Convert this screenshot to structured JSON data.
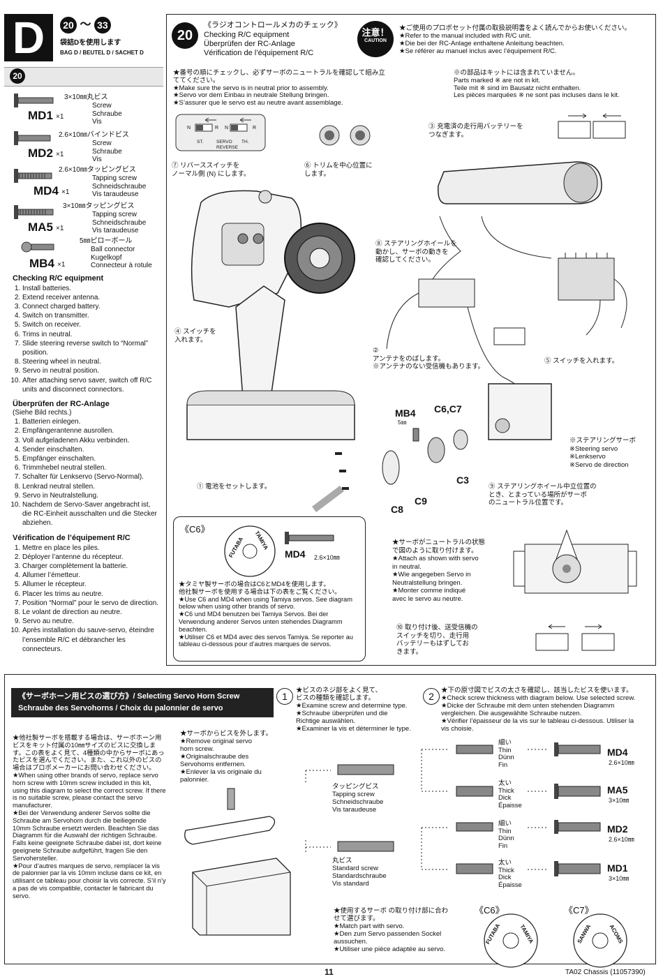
{
  "header": {
    "section_letter": "D",
    "steps_range": {
      "from": "20",
      "sep": "〜",
      "to": "33"
    },
    "bag_jp": "袋詰Dを使用します",
    "bag_multi": "BAG D / BEUTEL D / SACHET D"
  },
  "parts": {
    "step": "20",
    "items": [
      {
        "size": "3×10㎜丸ビス",
        "names": "Screw\nSchraube\nVis",
        "code": "MD1",
        "qty": "×1"
      },
      {
        "size": "2.6×10㎜バインドビス",
        "names": "Screw\nSchraube\nVis",
        "code": "MD2",
        "qty": "×1"
      },
      {
        "size": "2.6×10㎜タッピングビス",
        "names": "Tapping screw\nSchneidschraube\nVis taraudeuse",
        "code": "MD4",
        "qty": "×1"
      },
      {
        "size": "3×10㎜タッピングビス",
        "names": "Tapping screw\nSchneidschraube\nVis taraudeuse",
        "code": "MA5",
        "qty": "×1"
      },
      {
        "size": "5㎜ピローボール",
        "names": "Ball connector\nKugelkopf\nConnecteur à rotule",
        "code": "MB4",
        "qty": "×1"
      }
    ]
  },
  "checklists": [
    {
      "title": "Checking R/C equipment",
      "subtitle": "",
      "items": [
        "Install batteries.",
        "Extend receiver antenna.",
        "Connect charged battery.",
        "Switch on transmitter.",
        "Switch on receiver.",
        "Trims in neutral.",
        "Slide steering reverse switch to “Normal” position.",
        "Steering wheel in neutral.",
        "Servo in neutral position.",
        "After attaching servo saver, switch off R/C units and disconnect connectors."
      ]
    },
    {
      "title": "Überprüfen der RC-Anlage",
      "subtitle": "(Siehe Bild rechts.)",
      "items": [
        "Batterien einlegen.",
        "Empfängerantenne ausrollen.",
        "Voll aufgeladenen Akku verbinden.",
        "Sender einschalten.",
        "Empfänger einschalten.",
        "Trimmhebel neutral stellen.",
        "Schalter für Lenkservo (Servo-Normal).",
        "Lenkrad neutral stellen.",
        "Servo in Neutralstellung.",
        "Nachdem de Servo-Saver angebracht ist, die RC-Einheit ausschalten und die Stecker abziehen."
      ]
    },
    {
      "title": "Vérification de l’équipement R/C",
      "subtitle": "",
      "items": [
        "Mettre en place les piles.",
        "Déployer l’antenne du récepteur.",
        "Charger complètement la batterie.",
        "Allumer l’émetteur.",
        "Allumer le récepteur.",
        "Placer les trims au neutre.",
        "Position “Normal” pour le servo de direction.",
        "Le volant de direction au neutre.",
        "Servo au neutre.",
        "Après installation du sauve-servo, éteindre l’ensemble R/C et débrancher les connecteurs."
      ]
    }
  ],
  "step20": {
    "num": "20",
    "title_jp": "《ラジオコントロールメカのチェック》",
    "title_en": "Checking R/C equipment",
    "title_de": "Überprüfen der RC-Anlage",
    "title_fr": "Vérification de l’équipement R/C",
    "caution_jp": "注意！",
    "caution_en": "CAUTION",
    "caution_text": "★ご使用のプロポセット付属の取扱説明書をよく読んでからお使いください。\n★Refer to the manual included with R/C unit.\n★Die bei der RC-Anlage enthaltene Anleitung beachten.\n★Se référer au manuel inclus avec l’équipement R/C.",
    "note_servo": "★番号の順にチェックし、必ずサーボのニュートラルを確認して組み立ててください。\n★Make sure the servo is in neutral prior to assembly.\n★Servo vor dem Einbau in neutrale Stellung bringen.\n★S’assurer que le servo est au neutre avant assemblage.",
    "note_parts": "※の部品はキットには含まれていません。\nParts marked ※ are not in kit.\nTeile mit ※ sind im Bausatz nicht enthalten.\nLes pièces marquées ※ ne sont pas incluses dans le kit.",
    "callouts": [
      {
        "n": "①",
        "text": "電池をセットします。"
      },
      {
        "n": "②",
        "text": "アンテナをのばします。\n※アンテナのない受信機もあります。"
      },
      {
        "n": "③",
        "text": "充電済の走行用バッテリーを\nつなぎます。"
      },
      {
        "n": "④",
        "text": "スイッチを\n入れます。"
      },
      {
        "n": "⑤",
        "text": "スイッチを入れます。"
      },
      {
        "n": "⑥",
        "text": "トリムを中心位置に\nします。"
      },
      {
        "n": "⑦",
        "text": "リバーススイッチを\nノーマル側 (N) にします。"
      },
      {
        "n": "⑧",
        "text": "ステアリングホイールを\n動かし、サーボの動きを\n確認してください。"
      },
      {
        "n": "⑨",
        "text": "ステアリングホイール中立位置の\nとき、とまっている場所がサーボ\nのニュートラル位置です。"
      },
      {
        "n": "⑩",
        "text": "取り付け後、送受信機の\nスイッチを切り、走行用\nバッテリーもはずしてお\nきます。"
      }
    ],
    "tx_switch_labels": {
      "st": "ST.",
      "servo": "SERVO",
      "th": "TH.",
      "reverse": "REVERSE",
      "n": "N",
      "r": "R"
    },
    "parts_labels": {
      "mb4": "MB4",
      "mb4_size": "5㎜",
      "c6c7": "C6,C7",
      "c3": "C3",
      "c9": "C9",
      "c8": "C8"
    },
    "steering_servo": "※ステアリングサーボ\n※Steering servo\n※Lenkservo\n※Servo de direction",
    "servo_neutral_note": "★サーボがニュートラルの状態\nで図のように取り付けます。\n★Attach as shown with servo\nin neutral.\n★Wie angegeben Servo in\nNeutralstellung bringen.\n★Monter comme indiqué\navec le servo au neutre.",
    "c6_box": {
      "label": "《C6》",
      "futaba": "FUTABA",
      "tamiya": "TAMIYA",
      "md4": "MD4",
      "md4_size": "2.6×10㎜",
      "text": "★タミヤ製サーボの場合はC6とMD4を使用します。\n他社製サーボを使用する場合は下の表をご覧ください。\n★Use C6 and MD4 when using Tamiya servos. See diagram below when using other brands of servo.\n★C6 und MD4 benutzen bei Tamiya Servos. Bei der Verwendung anderer Servos unten stehendes Diagramm beachten.\n★Utiliser C6 et MD4 avec des servos Tamiya. Se reporter au tableau ci-dessous pour d’autres marques de servos."
    }
  },
  "horn": {
    "banner_l1": "《サーボホーン用ビスの選び方》/ Selecting Servo Horn Screw",
    "banner_l2": "Schraube des Servohorns  /  Choix du palonnier de servo",
    "left_text": "★他社製サーボを搭載する場合は、サーボホーン用ビスをキット付属の10㎜サイズのビスに交換します。この表をよく見て、4種類の中からサーボにあったビスを選んでください。また、これ以外のビスの場合はプロポメーカーにお問い合わせください。\n★When using other brands of servo, replace servo horn screw with 10mm screw included in this kit, using this diagram to select the correct screw. If there is no suitable screw, please contact the servo manufacturer.\n★Bei der Verwendung anderer Servos sollte die Schraube am Servohorn durch die beiliegende 10mm Schraube ersetzt werden. Beachten Sie das Diagramm für die Auswahl der richtigen Schraube. Falls keine geeignete Schraube dabei ist, dort keine geeignete Schraube aufgeführt, fragen Sie den Servohersteller.\n★Pour d’autres marques de servo, remplacer la vis de palonnier par la vis 10mm incluse dans ce kit, en utilisant ce tableau pour choisir la vis correcte. S’il n’y a pas de vis compatible, contacter le fabricant du servo.",
    "remove_text": "★サーボからビスを外します。\n★Remove original servo\nhorn screw.\n★Originalschraube des\nServohorns entfernen.\n★Enlever la vis originale du\npalonnier.",
    "step1_num": "1",
    "step1_text": "★ビスのネジ部をよく見て、\nビスの種類を確認します。\n★Examine screw and determine type.\n★Schraube überprüfen und die\nRichtige auswählen.\n★Examiner la vis et déterminer le type.",
    "step2_num": "2",
    "step2_text": "★下の原寸図でビスの太さを確認し、該当したビスを使います。\n★Check screw thickness with diagram below. Use selected screw.\n★Dicke der Schraube mit dem unten stehenden Diagramm\nvergleichen. Die ausgewählte Schraube nutzen.\n★Vérifier l’épaisseur de la vis sur le tableau ci-dessous. Utiliser la\nvis choisie.",
    "tapping": "タッピングビス\nTapping screw\nSchneidschraube\nVis taraudeuse",
    "standard": "丸ビス\nStandard screw\nStandardschraube\nVis standard",
    "thin": "細い\nThin\nDünn\nFin",
    "thick": "太い\nThick\nDick\nÉpaisse",
    "results": [
      {
        "code": "MD4",
        "size": "2.6×10㎜"
      },
      {
        "code": "MA5",
        "size": "3×10㎜"
      },
      {
        "code": "MD2",
        "size": "2.6×10㎜"
      },
      {
        "code": "MD1",
        "size": "3×10㎜"
      }
    ],
    "match_text": "★使用するサーボ の取り付け部に合わ\nせて選びます。\n★Match part with servo.\n★Den zum Servo passenden Sockel\naussuchen.\n★Utiliser une pièce adaptée au servo.",
    "c6": {
      "label": "《C6》",
      "a": "FUTABA",
      "b": "TAMIYA"
    },
    "c7": {
      "label": "《C7》",
      "a": "SANWA",
      "b": "ACOMS"
    }
  },
  "footer": {
    "page": "11",
    "model": "TA02 Chassis (11057390)"
  }
}
